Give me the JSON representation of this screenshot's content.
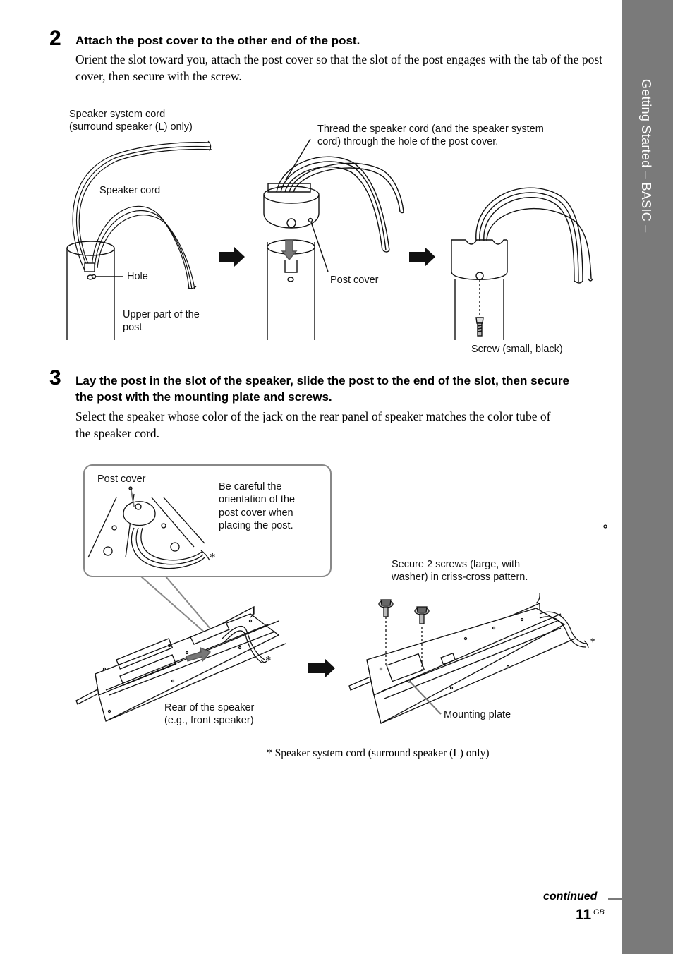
{
  "sidebar": {
    "section_title": "Getting Started – BASIC –"
  },
  "step2": {
    "number": "2",
    "title": "Attach the post cover to the other end of the post.",
    "body": "Orient the slot toward you, attach the post cover so that the slot of the post engages with the tab of the post cover, then secure with the screw.",
    "figure": {
      "label_speaker_system_cord_1": "Speaker system cord",
      "label_speaker_system_cord_2": "(surround speaker (L) only)",
      "label_speaker_cord": "Speaker cord",
      "label_hole": "Hole",
      "label_upper_part_1": "Upper part of the",
      "label_upper_part_2": "post",
      "label_thread_1": "Thread the speaker cord (and the speaker system",
      "label_thread_2": "cord) through the hole of the post cover.",
      "label_post_cover": "Post cover",
      "label_screw": "Screw (small, black)"
    }
  },
  "step3": {
    "number": "3",
    "title_1": "Lay the post in the slot of the speaker, slide the post to the end of the slot, then secure",
    "title_2": "the post with the mounting plate and screws.",
    "body_1": "Select the speaker whose color of the jack on the rear panel of speaker matches the color tube of",
    "body_2": "the speaker cord.",
    "figure": {
      "label_post_cover": "Post cover",
      "label_careful_1": "Be careful the",
      "label_careful_2": "orientation of the",
      "label_careful_3": "post cover when",
      "label_careful_4": "placing the post.",
      "label_secure_1": "Secure 2 screws (large, with",
      "label_secure_2": "washer) in criss-cross pattern.",
      "label_rear_1": "Rear of the speaker",
      "label_rear_2": "(e.g., front speaker)",
      "label_mounting_plate": "Mounting plate",
      "asterisk": "*"
    }
  },
  "footnote": "*   Speaker system cord (surround speaker (L) only)",
  "footer": {
    "continued": "continued",
    "page_number": "11",
    "page_suffix": "GB"
  }
}
